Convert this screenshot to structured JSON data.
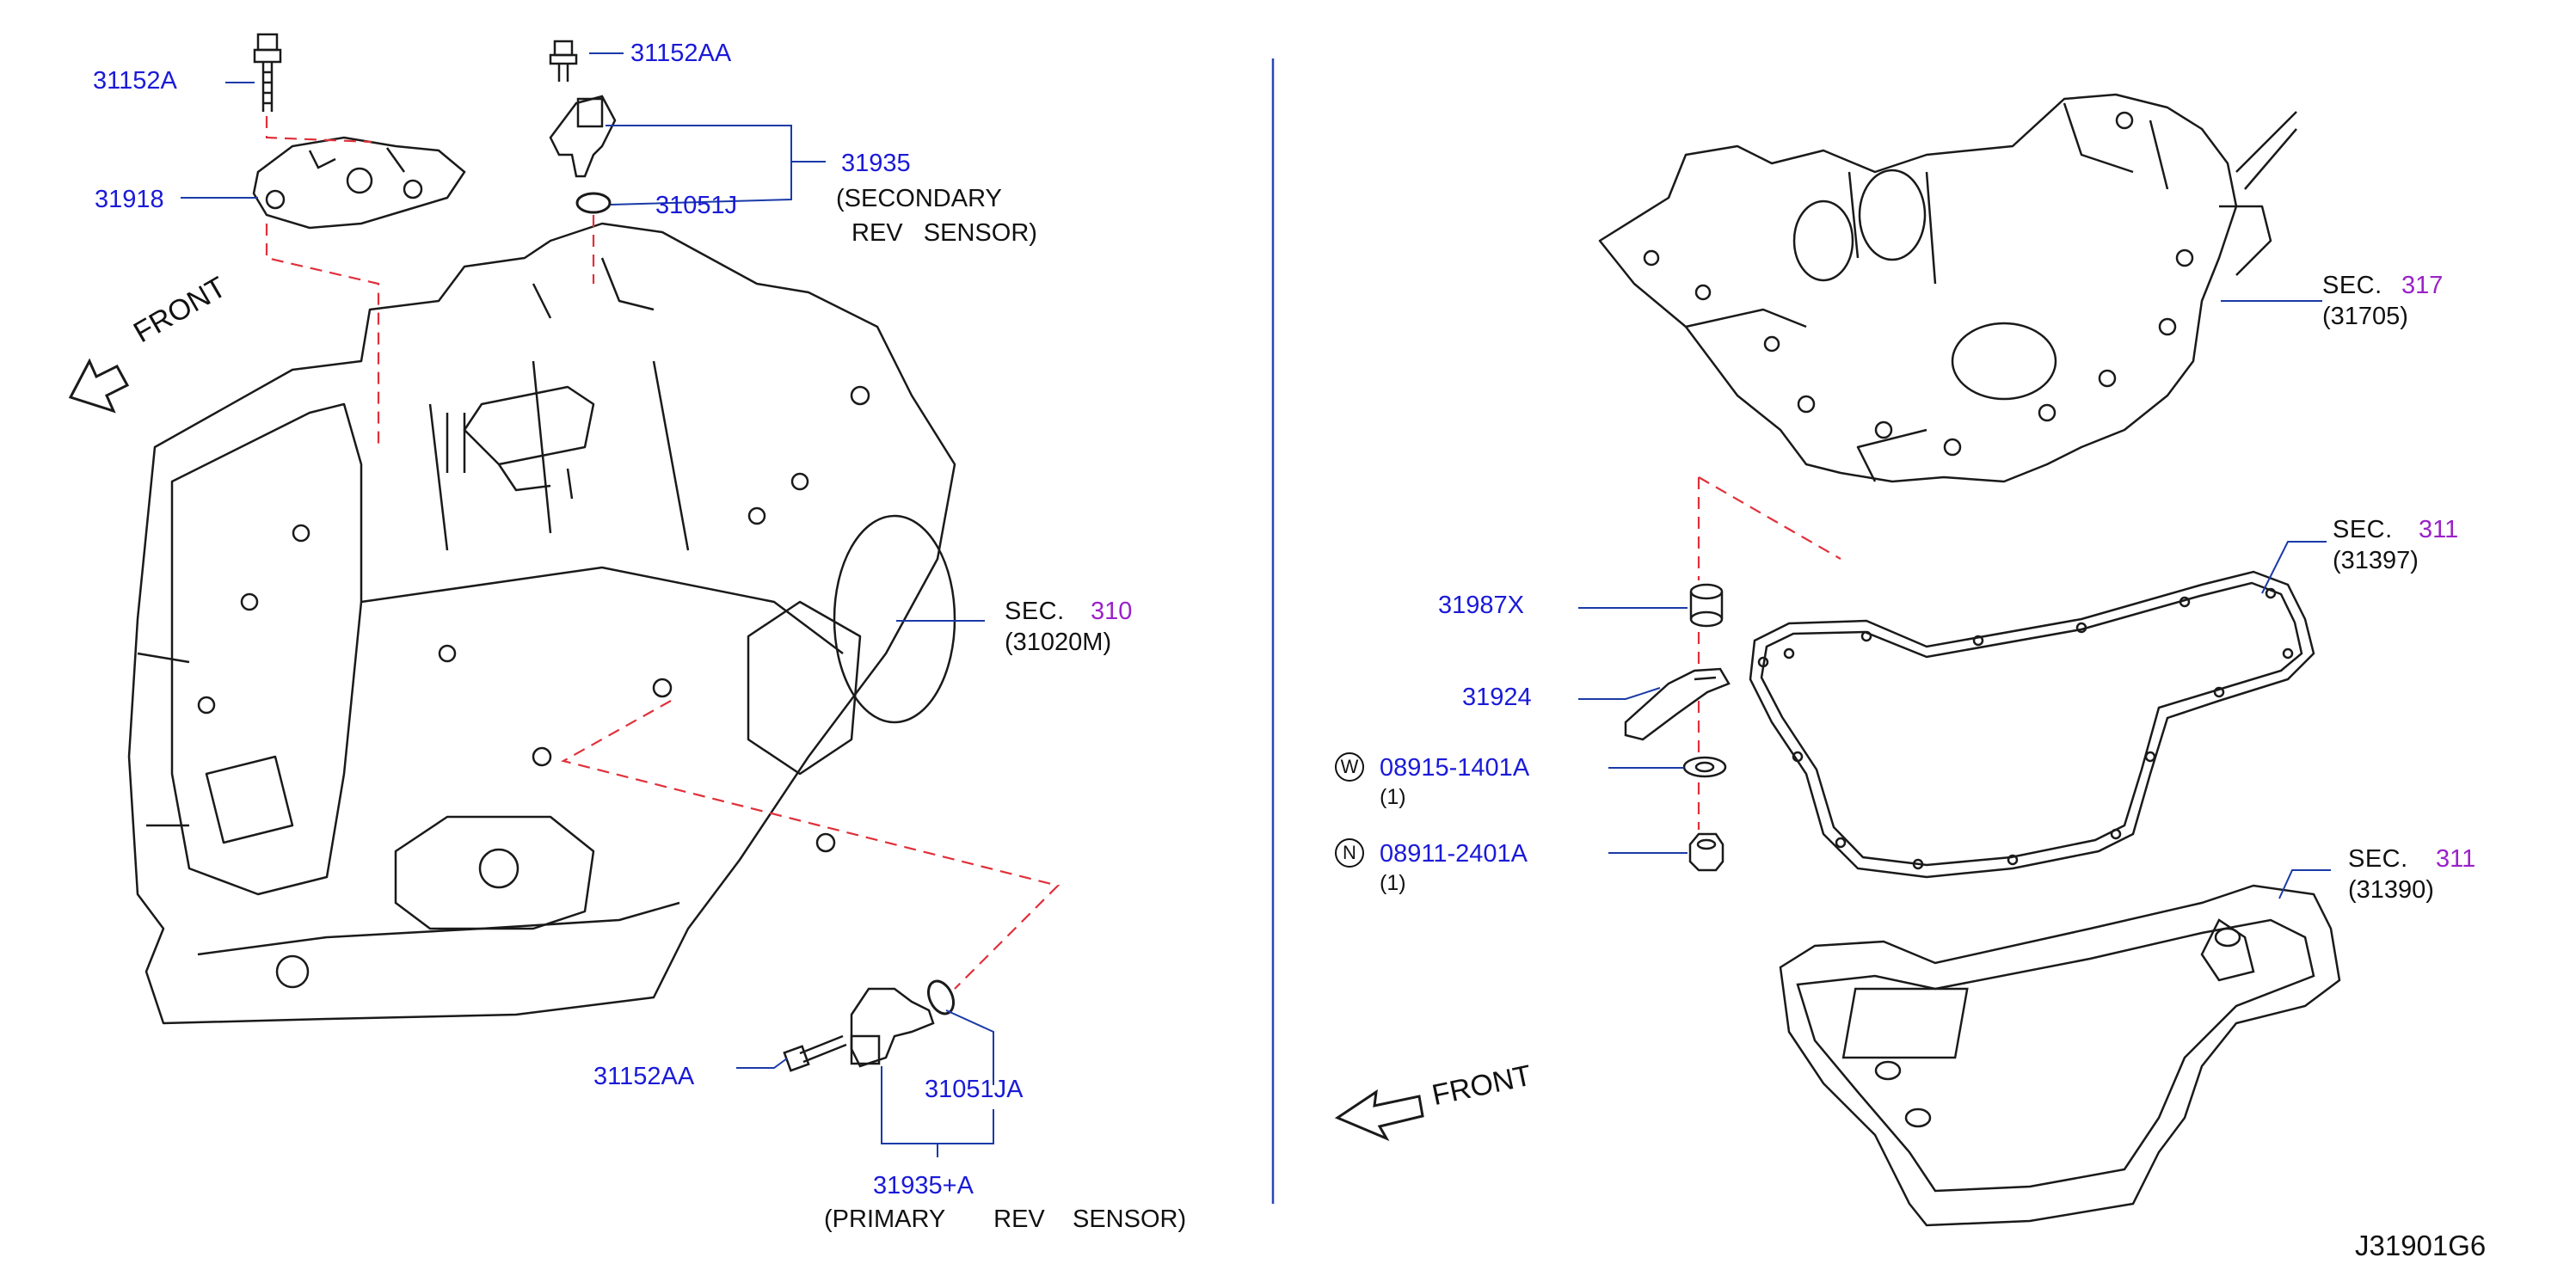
{
  "left": {
    "front_label": "FRONT",
    "parts": {
      "bolt_top_left": "31152A",
      "bolt_top_right": "31152AA",
      "plate": "31918",
      "secondary_sensor": "31935",
      "secondary_sensor_desc_1": "(SECONDARY",
      "secondary_sensor_desc_2": "REV   SENSOR)",
      "oring_top": "31051J",
      "bolt_bottom": "31152AA",
      "oring_bottom": "31051JA",
      "primary_sensor": "31935+A",
      "primary_sensor_desc": "(PRIMARY       REV    SENSOR)"
    },
    "section": {
      "prefix": "SEC.",
      "number": "310",
      "ref": "(31020M)"
    }
  },
  "right": {
    "front_label": "FRONT",
    "parts": {
      "strainer_collar": "31987X",
      "bracket": "31924",
      "washer_circle": "W",
      "washer": "08915-1401A",
      "washer_qty": "(1)",
      "nut_circle": "N",
      "nut": "08911-2401A",
      "nut_qty": "(1)"
    },
    "sections": [
      {
        "prefix": "SEC.",
        "number": "317",
        "ref": "(31705)"
      },
      {
        "prefix": "SEC.",
        "number": "311",
        "ref": "(31397)"
      },
      {
        "prefix": "SEC.",
        "number": "311",
        "ref": "(31390)"
      }
    ]
  },
  "figure_code": "J31901G6",
  "colors": {
    "part_number": "#1a1ad8",
    "section_number": "#9a22c8",
    "leader": "#1a3aa8",
    "dash": "#e0303a",
    "line": "#1a1a1a"
  }
}
